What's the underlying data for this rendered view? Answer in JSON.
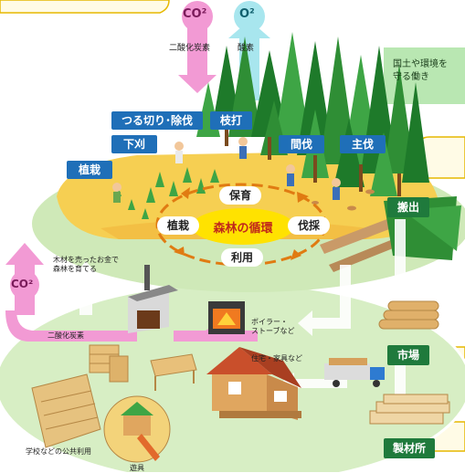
{
  "atmosphere": {
    "co2_top": "CO²",
    "co2_top_caption": "二酸化炭素",
    "o2_top": "O²",
    "o2_top_caption": "酸素"
  },
  "national_land": "国土や環境を\n守る働き",
  "forestry_tasks": {
    "thinning_vines": "つる切り･除伐",
    "pruning": "枝打",
    "weeding": "下刈",
    "planting_box": "植栽",
    "thinning": "間伐",
    "main_cut": "主伐",
    "haul": "搬出"
  },
  "cycle": {
    "center": "森林の循環",
    "top": "保育",
    "left": "植栽",
    "right": "伐採",
    "bottom": "利用"
  },
  "use_side": {
    "money_note": "木材を売ったお金で\n森林を育てる",
    "co2_left": "CO²",
    "co2_left_caption": "二酸化炭素",
    "boiler": "ボイラー・\nストーブなど",
    "housing": "住宅・家具など",
    "public": "学校などの公共利用",
    "playground": "遊具",
    "market": "市場",
    "sawmill": "製材所"
  },
  "colors": {
    "co2_arrow": "#f29ad4",
    "o2_arrow": "#a8e6ee",
    "blue_box": "#1f6fb8",
    "green_box": "#1f7a3c",
    "cycle_center": "#ffe200",
    "cycle_arrow": "#e07b12",
    "ground_yellow": "#f6cf52",
    "meadow": "#d7eec4",
    "tree_dark": "#1e7a2a",
    "tree_light": "#3ea545"
  }
}
